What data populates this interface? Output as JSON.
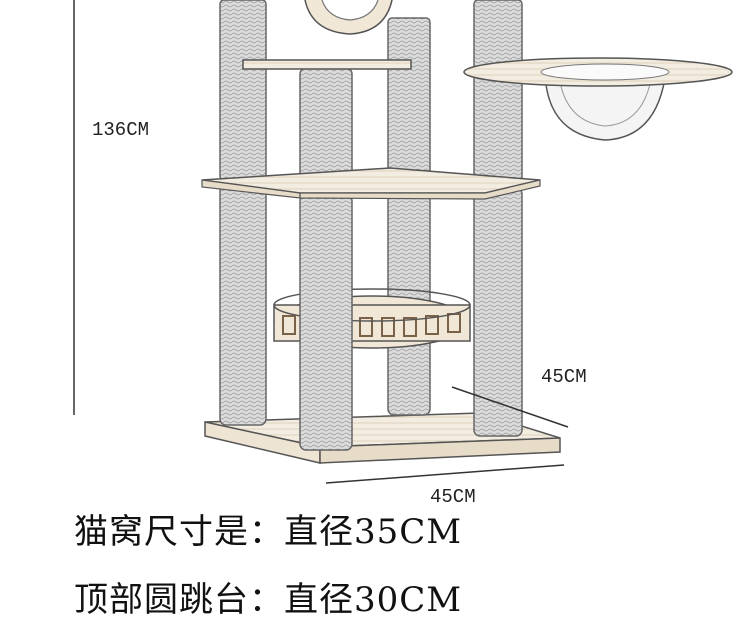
{
  "dimensions": {
    "height": "136CM",
    "depth": "45CM",
    "width": "45CM"
  },
  "specs": [
    {
      "label": "猫窝尺寸是：",
      "value": "直径35CM"
    },
    {
      "label": "顶部圆跳台：",
      "value": "直径30CM"
    }
  ]
}
